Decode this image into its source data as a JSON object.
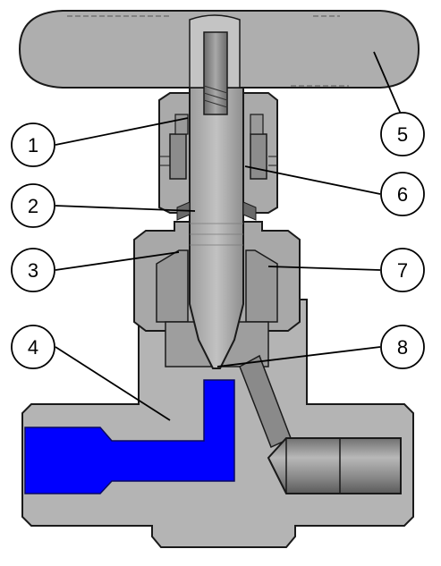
{
  "diagram": {
    "colors": {
      "metal_light": "#b4b4b4",
      "metal_mid": "#a2a2a2",
      "metal_dark": "#7a7a7a",
      "metal_darker": "#5e5e5e",
      "outline": "#1a1a1a",
      "fluid": "#0000ff",
      "callout_fill": "#ffffff",
      "leader_line": "#000000"
    },
    "callouts": [
      {
        "label": "1"
      },
      {
        "label": "2"
      },
      {
        "label": "3"
      },
      {
        "label": "4"
      },
      {
        "label": "5"
      },
      {
        "label": "6"
      },
      {
        "label": "7"
      },
      {
        "label": "8"
      }
    ]
  }
}
